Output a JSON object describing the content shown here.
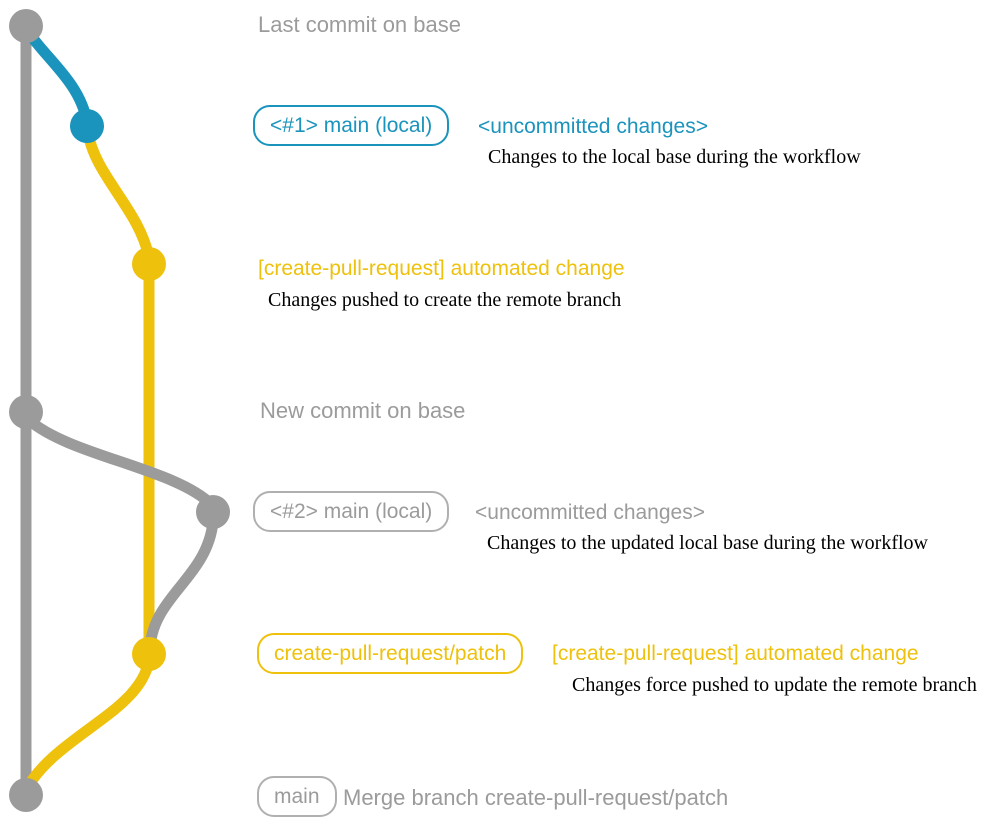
{
  "colors": {
    "gray": "#9b9b9b",
    "gray_badge_border": "#b0b0b0",
    "blue": "#1b94bd",
    "yellow": "#eec10c",
    "description_text": "#000000",
    "background": "#ffffff"
  },
  "graph": {
    "labels": {
      "last_commit": "Last commit on base",
      "new_commit": "New commit on base",
      "merge_message": "Merge branch create-pull-request/patch"
    },
    "badges": {
      "main_local_1": "<#1> main (local)",
      "main_local_2": "<#2> main (local)",
      "patch_branch": "create-pull-request/patch",
      "main": "main"
    },
    "headings": {
      "uncommitted_1": "<uncommitted changes>",
      "automated_1": "[create-pull-request] automated change",
      "uncommitted_2": "<uncommitted changes>",
      "automated_2": "[create-pull-request] automated change"
    },
    "descriptions": {
      "uncommitted_1": "Changes to the local base during the workflow",
      "automated_1": "Changes pushed to create the remote branch",
      "uncommitted_2": "Changes to the updated local base during the workflow",
      "automated_2": "Changes force pushed to update the remote branch"
    },
    "nodes": [
      {
        "id": "last-commit-on-base",
        "branch": "base",
        "color_key": "gray"
      },
      {
        "id": "local-commit-1",
        "branch": "main-local",
        "color_key": "blue"
      },
      {
        "id": "patch-commit-1",
        "branch": "create-pull-request/patch",
        "color_key": "yellow"
      },
      {
        "id": "new-commit-on-base",
        "branch": "base",
        "color_key": "gray"
      },
      {
        "id": "local-commit-2",
        "branch": "main-local",
        "color_key": "gray"
      },
      {
        "id": "patch-commit-2",
        "branch": "create-pull-request/patch",
        "color_key": "yellow"
      },
      {
        "id": "merge-commit",
        "branch": "base",
        "color_key": "gray"
      }
    ]
  }
}
